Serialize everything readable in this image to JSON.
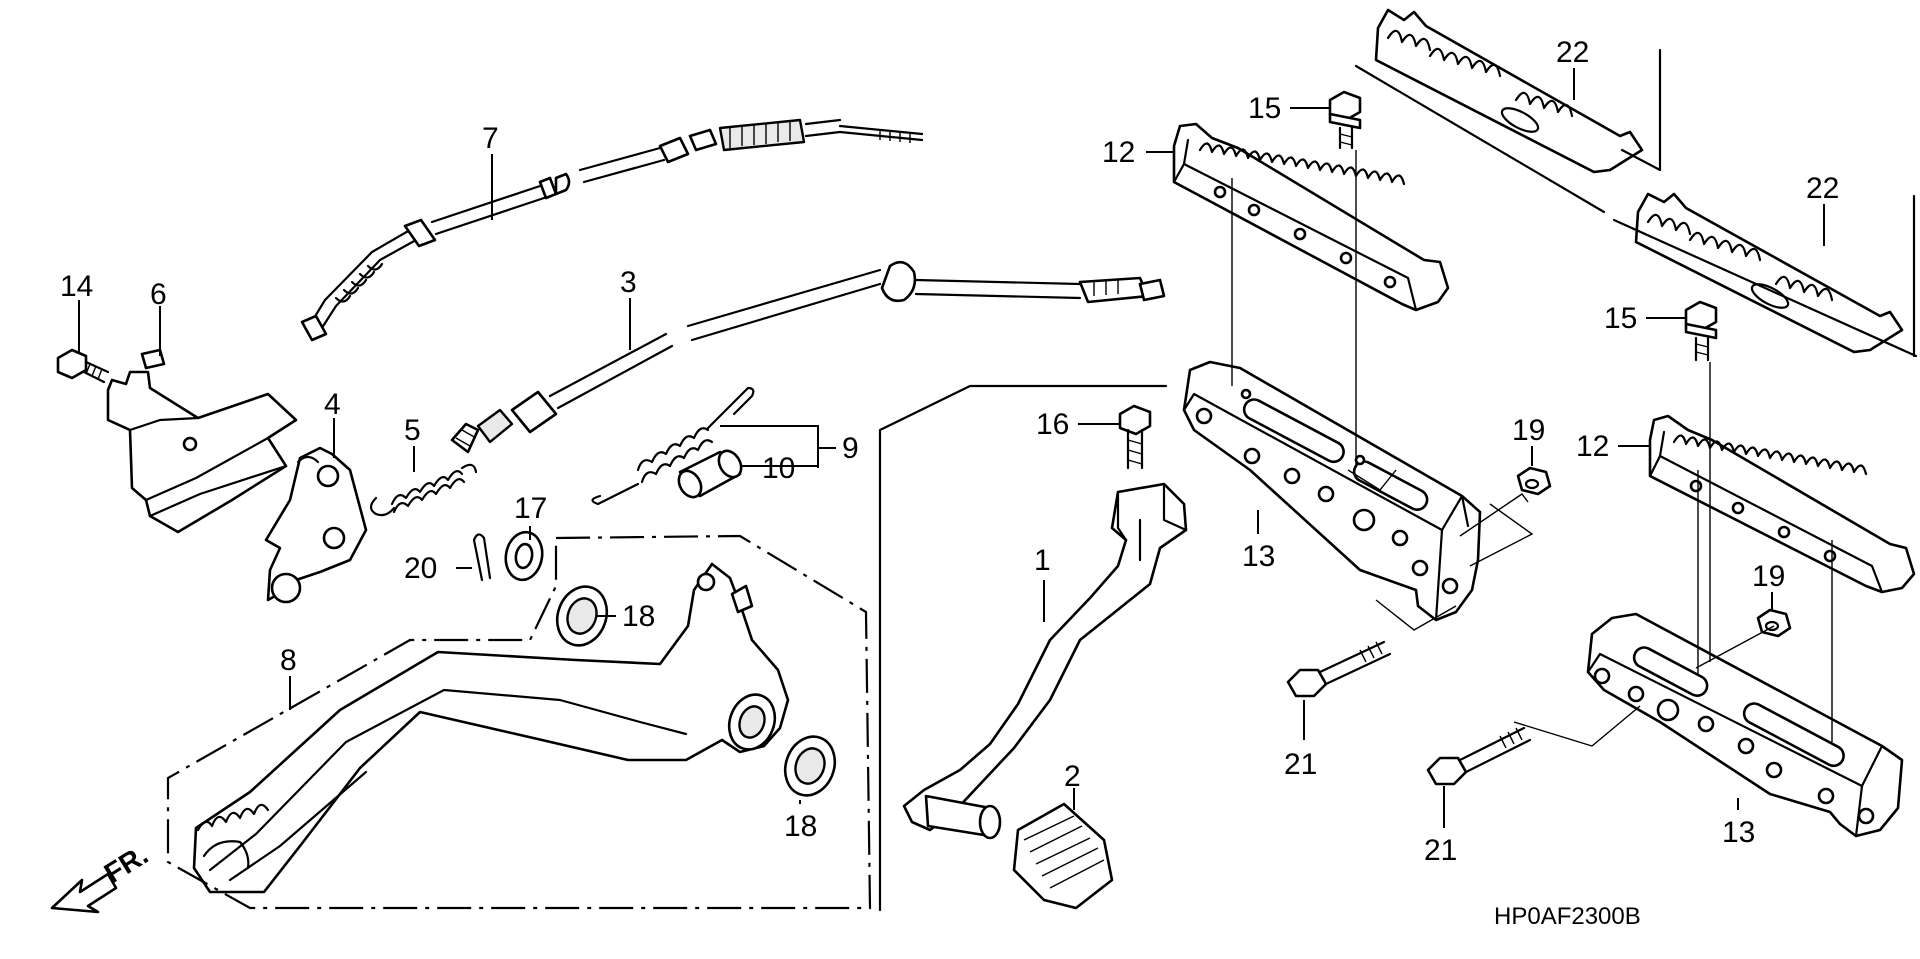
{
  "diagram_code": "HP0AF2300B",
  "direction_label": "FR.",
  "callouts": {
    "c1": "1",
    "c2": "2",
    "c3": "3",
    "c4": "4",
    "c5": "5",
    "c6": "6",
    "c7": "7",
    "c8": "8",
    "c9": "9",
    "c10": "10",
    "c12a": "12",
    "c12b": "12",
    "c13a": "13",
    "c13b": "13",
    "c14": "14",
    "c15a": "15",
    "c15b": "15",
    "c16": "16",
    "c17": "17",
    "c18a": "18",
    "c18b": "18",
    "c19a": "19",
    "c19b": "19",
    "c20": "20",
    "c21a": "21",
    "c21b": "21",
    "c22a": "22",
    "c22b": "22"
  }
}
